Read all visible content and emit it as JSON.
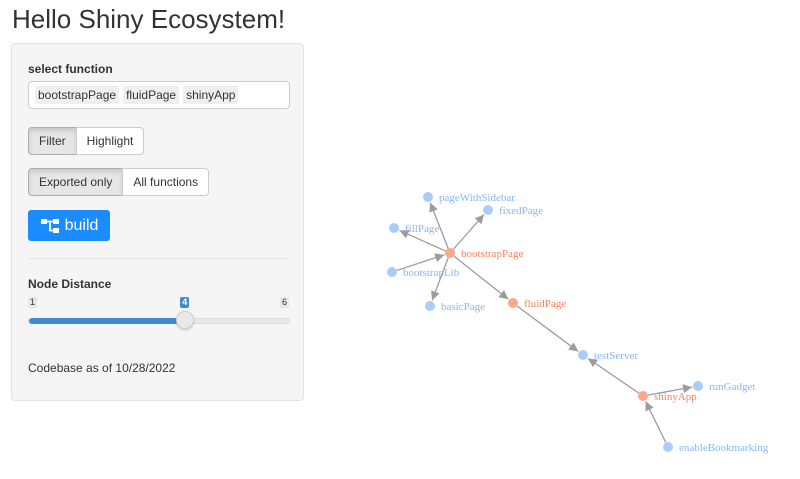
{
  "title": "Hello Shiny Ecosystem!",
  "sidebar": {
    "select_label": "select function",
    "selected_functions": [
      "bootstrapPage",
      "fluidPage",
      "shinyApp"
    ],
    "mode_buttons": [
      {
        "label": "Filter",
        "active": true
      },
      {
        "label": "Highlight",
        "active": false
      }
    ],
    "scope_buttons": [
      {
        "label": "Exported only",
        "active": true
      },
      {
        "label": "All functions",
        "active": false
      }
    ],
    "build_label": "build",
    "build_icon": "sitemap-icon",
    "slider": {
      "label": "Node Distance",
      "min": "1",
      "max": "6",
      "value": "4",
      "value_fraction": 0.6
    },
    "codebase_text": "Codebase as of 10/28/2022"
  },
  "graph": {
    "colors": {
      "selected": "#f9a98a",
      "other": "#a9cdf7",
      "selected_text": "#f6835c",
      "other_text": "#86b7f2",
      "edge": "#9c9c9c"
    },
    "nodes": [
      {
        "id": "pageWithSidebar",
        "label": "pageWithSidebar",
        "group": "other"
      },
      {
        "id": "fixedPage",
        "label": "fixedPage",
        "group": "other"
      },
      {
        "id": "fillPage",
        "label": "fillPage",
        "group": "other"
      },
      {
        "id": "bootstrapPage",
        "label": "bootstrapPage",
        "group": "selected"
      },
      {
        "id": "bootstrapLib",
        "label": "bootstrapLib",
        "group": "other"
      },
      {
        "id": "basicPage",
        "label": "basicPage",
        "group": "other"
      },
      {
        "id": "fluidPage",
        "label": "fluidPage",
        "group": "selected"
      },
      {
        "id": "testServer",
        "label": "testServer",
        "group": "other"
      },
      {
        "id": "runGadget",
        "label": "runGadget",
        "group": "other"
      },
      {
        "id": "shinyApp",
        "label": "shinyApp",
        "group": "selected"
      },
      {
        "id": "enableBookmarking",
        "label": "enableBookmarking",
        "group": "other"
      }
    ],
    "edges": [
      {
        "from": "bootstrapPage",
        "to": "pageWithSidebar"
      },
      {
        "from": "bootstrapPage",
        "to": "fixedPage"
      },
      {
        "from": "bootstrapPage",
        "to": "fillPage"
      },
      {
        "from": "bootstrapLib",
        "to": "bootstrapPage"
      },
      {
        "from": "bootstrapPage",
        "to": "basicPage"
      },
      {
        "from": "bootstrapPage",
        "to": "fluidPage"
      },
      {
        "from": "fluidPage",
        "to": "testServer"
      },
      {
        "from": "shinyApp",
        "to": "testServer"
      },
      {
        "from": "shinyApp",
        "to": "runGadget"
      },
      {
        "from": "enableBookmarking",
        "to": "shinyApp"
      }
    ]
  }
}
